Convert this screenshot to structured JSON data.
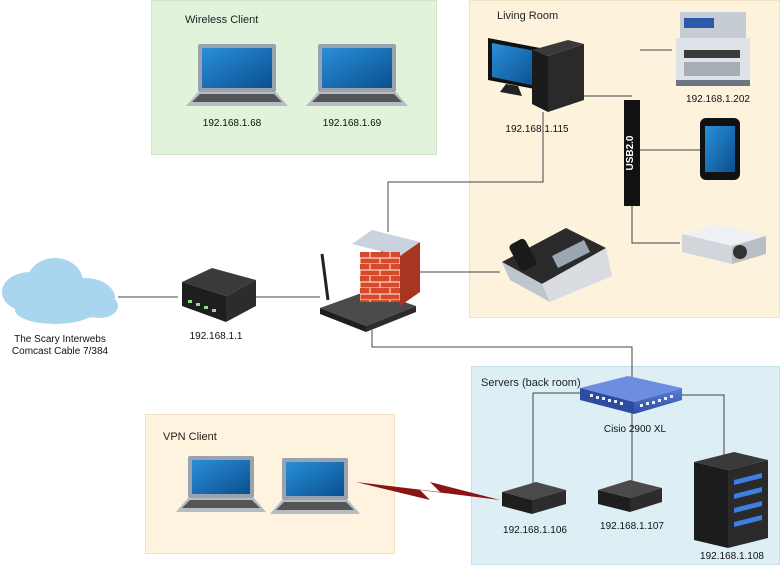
{
  "zones": {
    "wireless": {
      "label": "Wireless Client"
    },
    "living": {
      "label": "Living Room"
    },
    "servers": {
      "label": "Servers (back room)"
    },
    "vpn": {
      "label": "VPN Client"
    }
  },
  "devices": {
    "laptop1": {
      "ip": "192.168.1.68"
    },
    "laptop2": {
      "ip": "192.168.1.69"
    },
    "desktop": {
      "ip": "192.168.1.115"
    },
    "copier": {
      "ip": "192.168.1.202"
    },
    "usb_hub": {
      "label": "USB2.0"
    },
    "modem": {
      "ip": "192.168.1.1"
    },
    "internet": {
      "line1": "The Scary Interwebs",
      "line2": "Comcast Cable 7/384"
    },
    "switch": {
      "label": "Cisio 2900 XL"
    },
    "server1": {
      "ip": "192.168.1.106"
    },
    "server2": {
      "ip": "192.168.1.107"
    },
    "server3": {
      "ip": "192.168.1.108"
    }
  },
  "colors": {
    "wireless_zone": "#E2F3DC",
    "living_zone": "#FDF2DB",
    "servers_zone": "#DDEEF4",
    "vpn_zone": "#FDF3DE",
    "cloud": "#A9D6EE",
    "vpn_link": "#8B1414"
  }
}
